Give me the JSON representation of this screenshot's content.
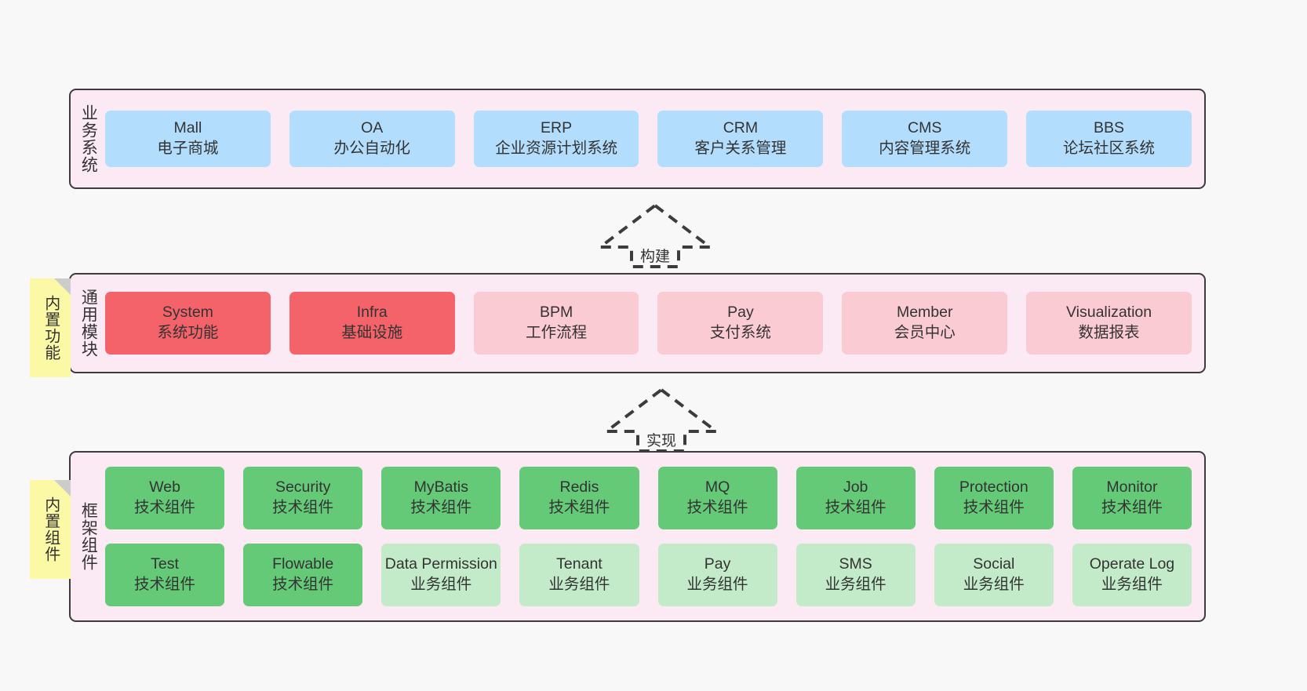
{
  "diagram": {
    "background": "#f8f8f8",
    "layer_fill": "#fbe9f4",
    "note_fill": "#fbf8a6",
    "colors": {
      "blue": "#b3ddfc",
      "red": "#f4636a",
      "pink": "#fbcbd3",
      "green": "#64ca78",
      "light_green": "#c3ebc9"
    }
  },
  "notes": {
    "functions": "内置功能",
    "components": "内置组件"
  },
  "arrows": [
    {
      "label": "构建",
      "name": "arrow-build",
      "direction": "up"
    },
    {
      "label": "实现",
      "name": "arrow-impl",
      "direction": "up"
    }
  ],
  "layers": [
    {
      "id": "business",
      "title": "业务系统",
      "rows": [
        [
          {
            "en": "Mall",
            "cn": "电子商城",
            "color": "blue"
          },
          {
            "en": "OA",
            "cn": "办公自动化",
            "color": "blue"
          },
          {
            "en": "ERP",
            "cn": "企业资源计划系统",
            "color": "blue"
          },
          {
            "en": "CRM",
            "cn": "客户关系管理",
            "color": "blue"
          },
          {
            "en": "CMS",
            "cn": "内容管理系统",
            "color": "blue"
          },
          {
            "en": "BBS",
            "cn": "论坛社区系统",
            "color": "blue"
          }
        ]
      ]
    },
    {
      "id": "modules",
      "title": "通用模块",
      "rows": [
        [
          {
            "en": "System",
            "cn": "系统功能",
            "color": "red"
          },
          {
            "en": "Infra",
            "cn": "基础设施",
            "color": "red"
          },
          {
            "en": "BPM",
            "cn": "工作流程",
            "color": "pink"
          },
          {
            "en": "Pay",
            "cn": "支付系统",
            "color": "pink"
          },
          {
            "en": "Member",
            "cn": "会员中心",
            "color": "pink"
          },
          {
            "en": "Visualization",
            "cn": "数据报表",
            "color": "pink"
          }
        ]
      ]
    },
    {
      "id": "framework",
      "title": "框架组件",
      "rows": [
        [
          {
            "en": "Web",
            "cn": "技术组件",
            "color": "green"
          },
          {
            "en": "Security",
            "cn": "技术组件",
            "color": "green"
          },
          {
            "en": "MyBatis",
            "cn": "技术组件",
            "color": "green"
          },
          {
            "en": "Redis",
            "cn": "技术组件",
            "color": "green"
          },
          {
            "en": "MQ",
            "cn": "技术组件",
            "color": "green"
          },
          {
            "en": "Job",
            "cn": "技术组件",
            "color": "green"
          },
          {
            "en": "Protection",
            "cn": "技术组件",
            "color": "green"
          },
          {
            "en": "Monitor",
            "cn": "技术组件",
            "color": "green"
          }
        ],
        [
          {
            "en": "Test",
            "cn": "技术组件",
            "color": "green"
          },
          {
            "en": "Flowable",
            "cn": "技术组件",
            "color": "green"
          },
          {
            "en": "Data Permission",
            "cn": "业务组件",
            "color": "light_green"
          },
          {
            "en": "Tenant",
            "cn": "业务组件",
            "color": "light_green"
          },
          {
            "en": "Pay",
            "cn": "业务组件",
            "color": "light_green"
          },
          {
            "en": "SMS",
            "cn": "业务组件",
            "color": "light_green"
          },
          {
            "en": "Social",
            "cn": "业务组件",
            "color": "light_green"
          },
          {
            "en": "Operate Log",
            "cn": "业务组件",
            "color": "light_green"
          }
        ]
      ]
    }
  ]
}
